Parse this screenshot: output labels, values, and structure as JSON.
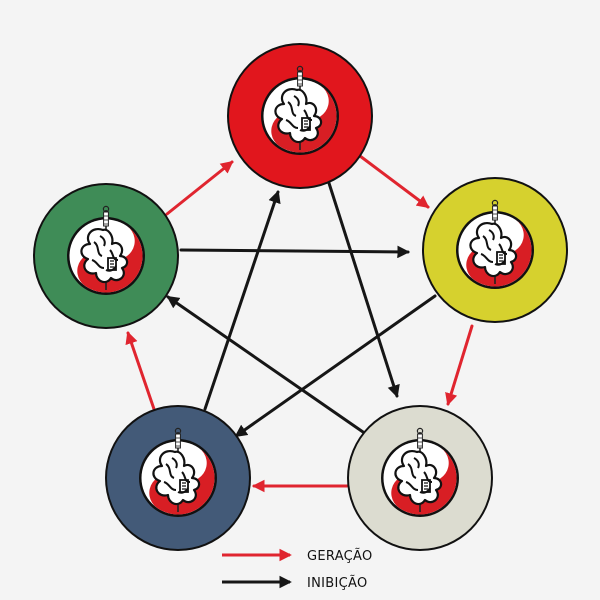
{
  "legend": {
    "generation_label": "GERAÇÃO",
    "inhibition_label": "INIBIÇÃO"
  },
  "colors": {
    "generation_arrow": "#e0252f",
    "inhibition_arrow": "#161616",
    "emblem_red": "#d81e24",
    "emblem_white": "#ffffff",
    "background": "#f4f4f4"
  },
  "nodes": [
    {
      "id": "top",
      "ring_color": "#e1161d",
      "icon": "yin-yang-dragon-emblem-icon"
    },
    {
      "id": "right",
      "ring_color": "#d6d12e",
      "icon": "yin-yang-dragon-emblem-icon"
    },
    {
      "id": "bottom-right",
      "ring_color": "#dcdcd0",
      "icon": "yin-yang-dragon-emblem-icon"
    },
    {
      "id": "bottom-left",
      "ring_color": "#435a78",
      "icon": "yin-yang-dragon-emblem-icon"
    },
    {
      "id": "left",
      "ring_color": "#3f8c57",
      "icon": "yin-yang-dragon-emblem-icon"
    }
  ],
  "generation_cycle": [
    {
      "from": "left",
      "to": "top"
    },
    {
      "from": "top",
      "to": "right"
    },
    {
      "from": "right",
      "to": "bottom-right"
    },
    {
      "from": "bottom-right",
      "to": "bottom-left"
    },
    {
      "from": "bottom-left",
      "to": "left"
    }
  ],
  "inhibition_cycle": [
    {
      "from": "left",
      "to": "right"
    },
    {
      "from": "right",
      "to": "bottom-left"
    },
    {
      "from": "bottom-left",
      "to": "top"
    },
    {
      "from": "top",
      "to": "bottom-right"
    },
    {
      "from": "bottom-right",
      "to": "left"
    }
  ]
}
